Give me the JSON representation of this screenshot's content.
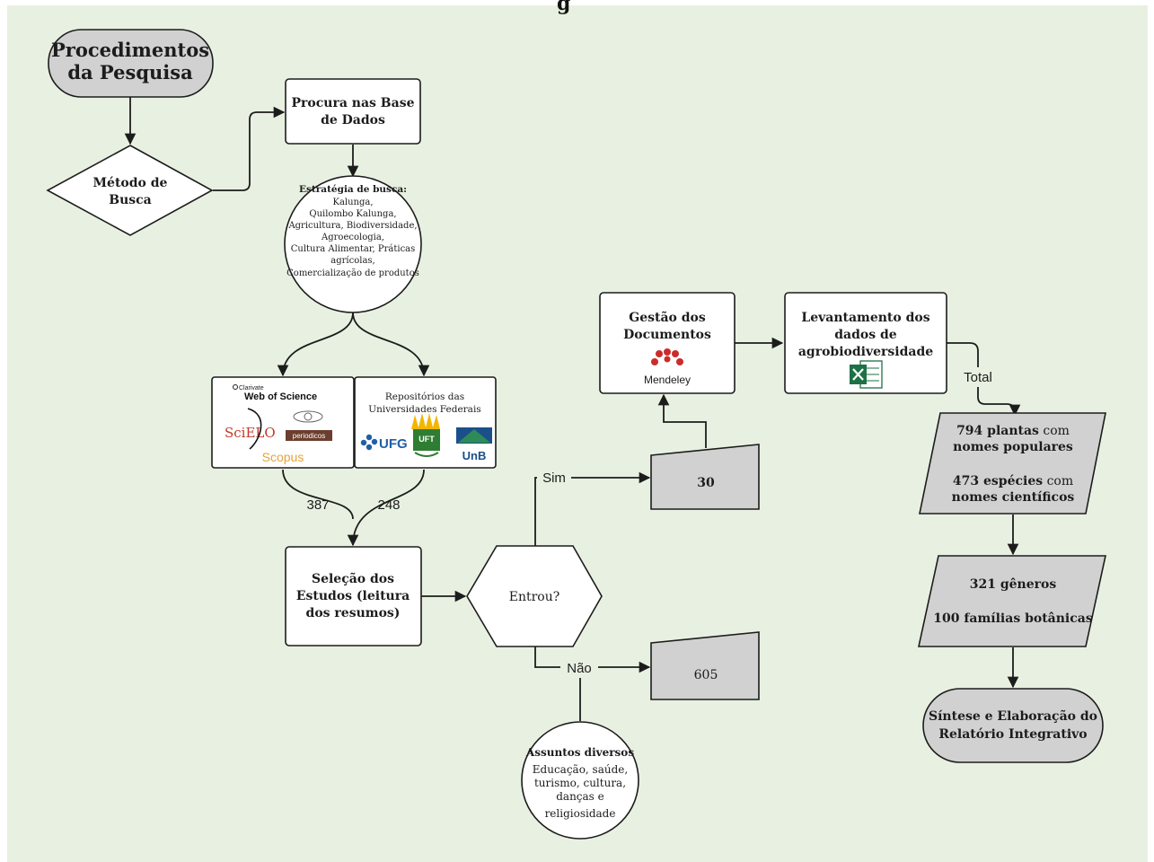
{
  "header_fragment": "g",
  "nodes": {
    "start": [
      "Procedimentos",
      "da Pesquisa"
    ],
    "metodo": [
      "Método de",
      "Busca"
    ],
    "procura": [
      "Procura nas Base",
      "de Dados"
    ],
    "estrategia_title": "Estratégia de busca:",
    "estrategia_terms": [
      "Kalunga,",
      "Quilombo Kalunga,",
      "Agricultura, Biodiversidade,",
      "Agroecologia,",
      "Cultura Alimentar, Práticas",
      "agrícolas,",
      "Comercialização de produtos"
    ],
    "db_left": {
      "clarivate": "Clarivate",
      "wos": "Web of Science",
      "scielo": "SciELO",
      "periodicos": "periodicos",
      "scopus": "Scopus"
    },
    "db_right": {
      "title": [
        "Repositórios das",
        "Universidades Federais"
      ],
      "ufg": "UFG",
      "uft": "UFT",
      "unb": "UnB"
    },
    "selecao": [
      "Seleção dos",
      "Estudos (leitura",
      "dos resumos)"
    ],
    "entrou": "Entrou?",
    "n30": "30",
    "n605": "605",
    "assuntos_title": "Assuntos diversos",
    "assuntos_body": [
      "Educação, saúde,",
      "turismo, cultura,",
      "danças e",
      "religiosidade"
    ],
    "gestao": [
      "Gestão dos",
      "Documentos"
    ],
    "mendeley": "Mendeley",
    "levantamento": [
      "Levantamento dos",
      "dados de",
      "agrobiodiversidade"
    ],
    "plantas": {
      "n1": "794 plantas",
      "t1": "com",
      "t2": "nomes populares",
      "n2": "473 espécies",
      "t3": "com",
      "t4": "nomes científicos"
    },
    "generos": [
      "321 gêneros",
      "100 famílias botânicas"
    ],
    "sintese": [
      "Síntese e Elaboração do",
      "Relatório Integrativo"
    ]
  },
  "edge_labels": {
    "c387": "387",
    "c248": "248",
    "sim": "Sim",
    "nao": "Não",
    "total": "Total"
  },
  "colors": {
    "background": "#e8f1e1",
    "gray_node": "#d1d1d1",
    "mendeley": "#cc2b2b",
    "excel": "#1e7145",
    "scopus": "#e8a23a",
    "scielo": "#c0392b",
    "ufg": "#1f5fa8",
    "unb": "#1b4f8a"
  }
}
